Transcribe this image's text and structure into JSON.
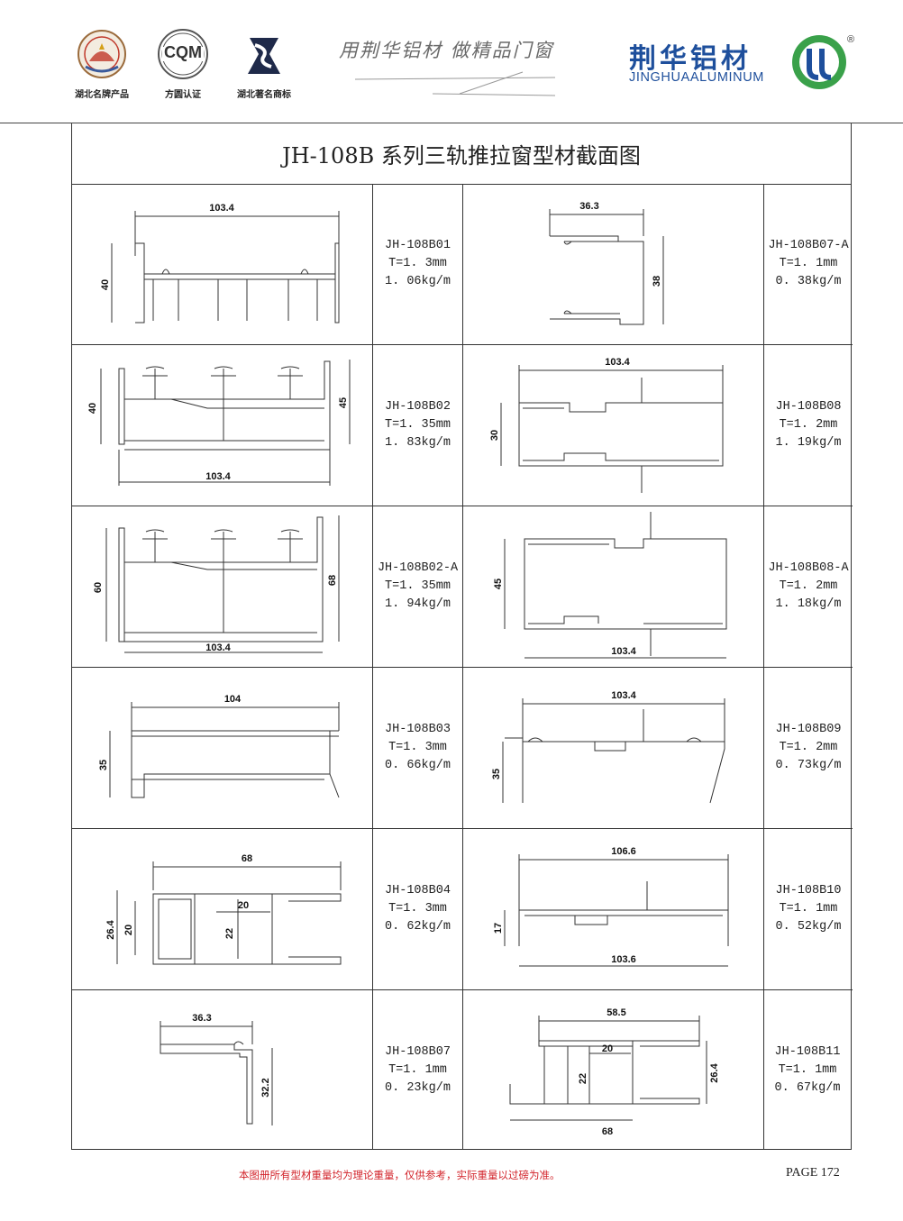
{
  "header": {
    "badges": [
      {
        "caption": "湖北名牌产品",
        "icon": "hubei-brand-seal-icon"
      },
      {
        "caption": "方圆认证",
        "icon": "cqm-certification-icon",
        "logo_text": "CQM"
      },
      {
        "caption": "湖北著名商标",
        "icon": "famous-trademark-icon"
      }
    ],
    "slogan": "用荆华铝材  做精品门窗",
    "brand_cn": "荆华铝材",
    "brand_en": "JINGHUAALUMINUM",
    "registered_mark": "®",
    "colors": {
      "brand": "#1e4f9c",
      "logo_green": "#3aa14a",
      "note_red": "#d2232a"
    }
  },
  "title": "JH-108B 系列三轨推拉窗型材截面图",
  "rows": [
    {
      "left": {
        "code": "JH-108B01",
        "thickness": "T=1. 3mm",
        "weight": "1. 06kg/m",
        "dims": [
          "103.4",
          "40"
        ]
      },
      "right": {
        "code": "JH-108B07-A",
        "thickness": "T=1. 1mm",
        "weight": "0. 38kg/m",
        "dims": [
          "36.3",
          "38"
        ]
      }
    },
    {
      "left": {
        "code": "JH-108B02",
        "thickness": "T=1. 35mm",
        "weight": "1. 83kg/m",
        "dims": [
          "40",
          "45",
          "103.4"
        ]
      },
      "right": {
        "code": "JH-108B08",
        "thickness": "T=1. 2mm",
        "weight": "1. 19kg/m",
        "dims": [
          "103.4",
          "30"
        ]
      }
    },
    {
      "left": {
        "code": "JH-108B02-A",
        "thickness": "T=1. 35mm",
        "weight": "1. 94kg/m",
        "dims": [
          "60",
          "68",
          "103.4"
        ]
      },
      "right": {
        "code": "JH-108B08-A",
        "thickness": "T=1. 2mm",
        "weight": "1. 18kg/m",
        "dims": [
          "45",
          "103.4"
        ]
      }
    },
    {
      "left": {
        "code": "JH-108B03",
        "thickness": "T=1. 3mm",
        "weight": "0. 66kg/m",
        "dims": [
          "104",
          "35"
        ]
      },
      "right": {
        "code": "JH-108B09",
        "thickness": "T=1. 2mm",
        "weight": "0. 73kg/m",
        "dims": [
          "103.4",
          "35"
        ]
      }
    },
    {
      "left": {
        "code": "JH-108B04",
        "thickness": "T=1. 3mm",
        "weight": "0. 62kg/m",
        "dims": [
          "68",
          "26.4",
          "20",
          "20",
          "22"
        ]
      },
      "right": {
        "code": "JH-108B10",
        "thickness": "T=1. 1mm",
        "weight": "0. 52kg/m",
        "dims": [
          "106.6",
          "17",
          "103.6"
        ]
      }
    },
    {
      "left": {
        "code": "JH-108B07",
        "thickness": "T=1. 1mm",
        "weight": "0. 23kg/m",
        "dims": [
          "36.3",
          "32.2"
        ]
      },
      "right": {
        "code": "JH-108B11",
        "thickness": "T=1. 1mm",
        "weight": "0. 67kg/m",
        "dims": [
          "58.5",
          "20",
          "22",
          "26.4",
          "68"
        ]
      }
    }
  ],
  "footer": {
    "note": "本图册所有型材重量均为理论重量，仅供参考，实际重量以过磅为准。",
    "page": "PAGE 172"
  }
}
